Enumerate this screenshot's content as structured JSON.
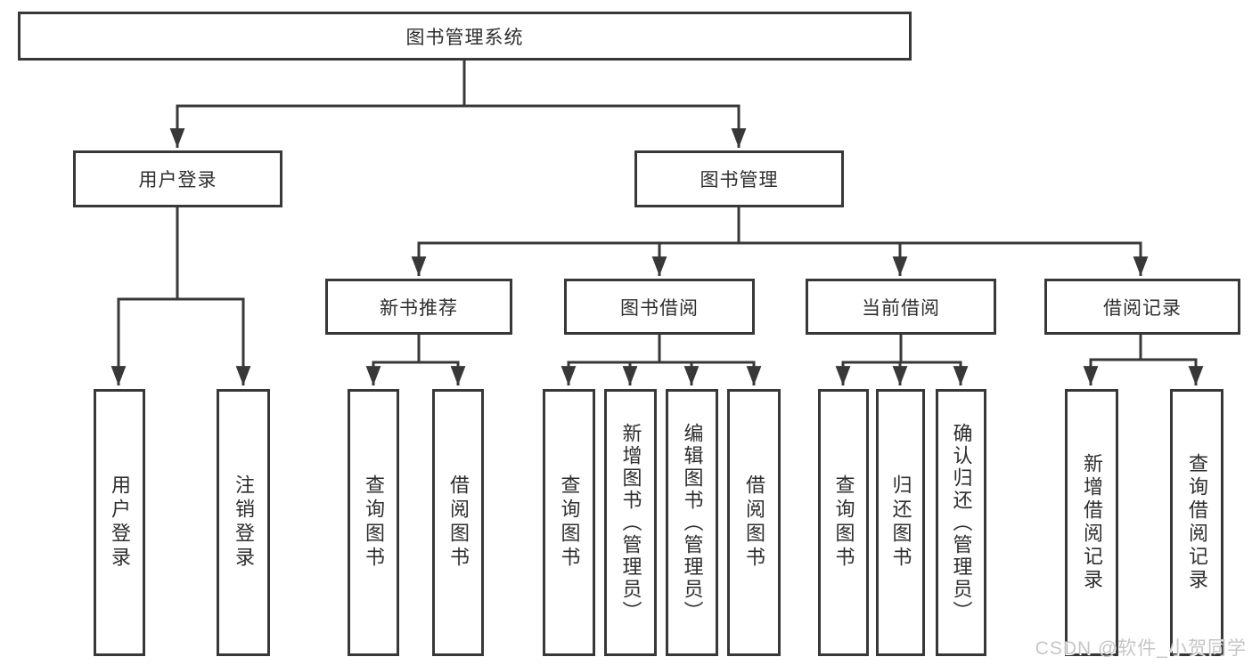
{
  "diagram": {
    "title_node": {
      "label": "图书管理系统"
    },
    "level2": {
      "user_login": {
        "label": "用户登录"
      },
      "book_management": {
        "label": "图书管理"
      }
    },
    "level3": {
      "new_book_recommend": {
        "label": "新书推荐"
      },
      "book_borrow": {
        "label": "图书借阅"
      },
      "current_borrow": {
        "label": "当前借阅"
      },
      "borrow_record": {
        "label": "借阅记录"
      }
    },
    "leaves": {
      "login_user_login": {
        "label": "用户登录"
      },
      "login_logout": {
        "label": "注销登录"
      },
      "rec_query_book": {
        "label": "查询图书"
      },
      "rec_borrow_book": {
        "label": "借阅图书"
      },
      "bb_query_book": {
        "label": "查询图书"
      },
      "bb_add_book_admin": {
        "label": "新增图书（管理员）"
      },
      "bb_edit_book_admin": {
        "label": "编辑图书（管理员）"
      },
      "bb_borrow_book": {
        "label": "借阅图书"
      },
      "cb_query_book": {
        "label": "查询图书"
      },
      "cb_return_book": {
        "label": "归还图书"
      },
      "cb_confirm_return_admin": {
        "label": "确认归还（管理员）"
      },
      "br_add_record": {
        "label": "新增借阅记录"
      },
      "br_query_record": {
        "label": "查询借阅记录"
      }
    },
    "watermark": "CSDN @软件_小贺同学",
    "colors": {
      "line": "#383838",
      "text": "#2e2e2e",
      "background": "#ffffff",
      "watermark": "#c6c6c6"
    }
  }
}
